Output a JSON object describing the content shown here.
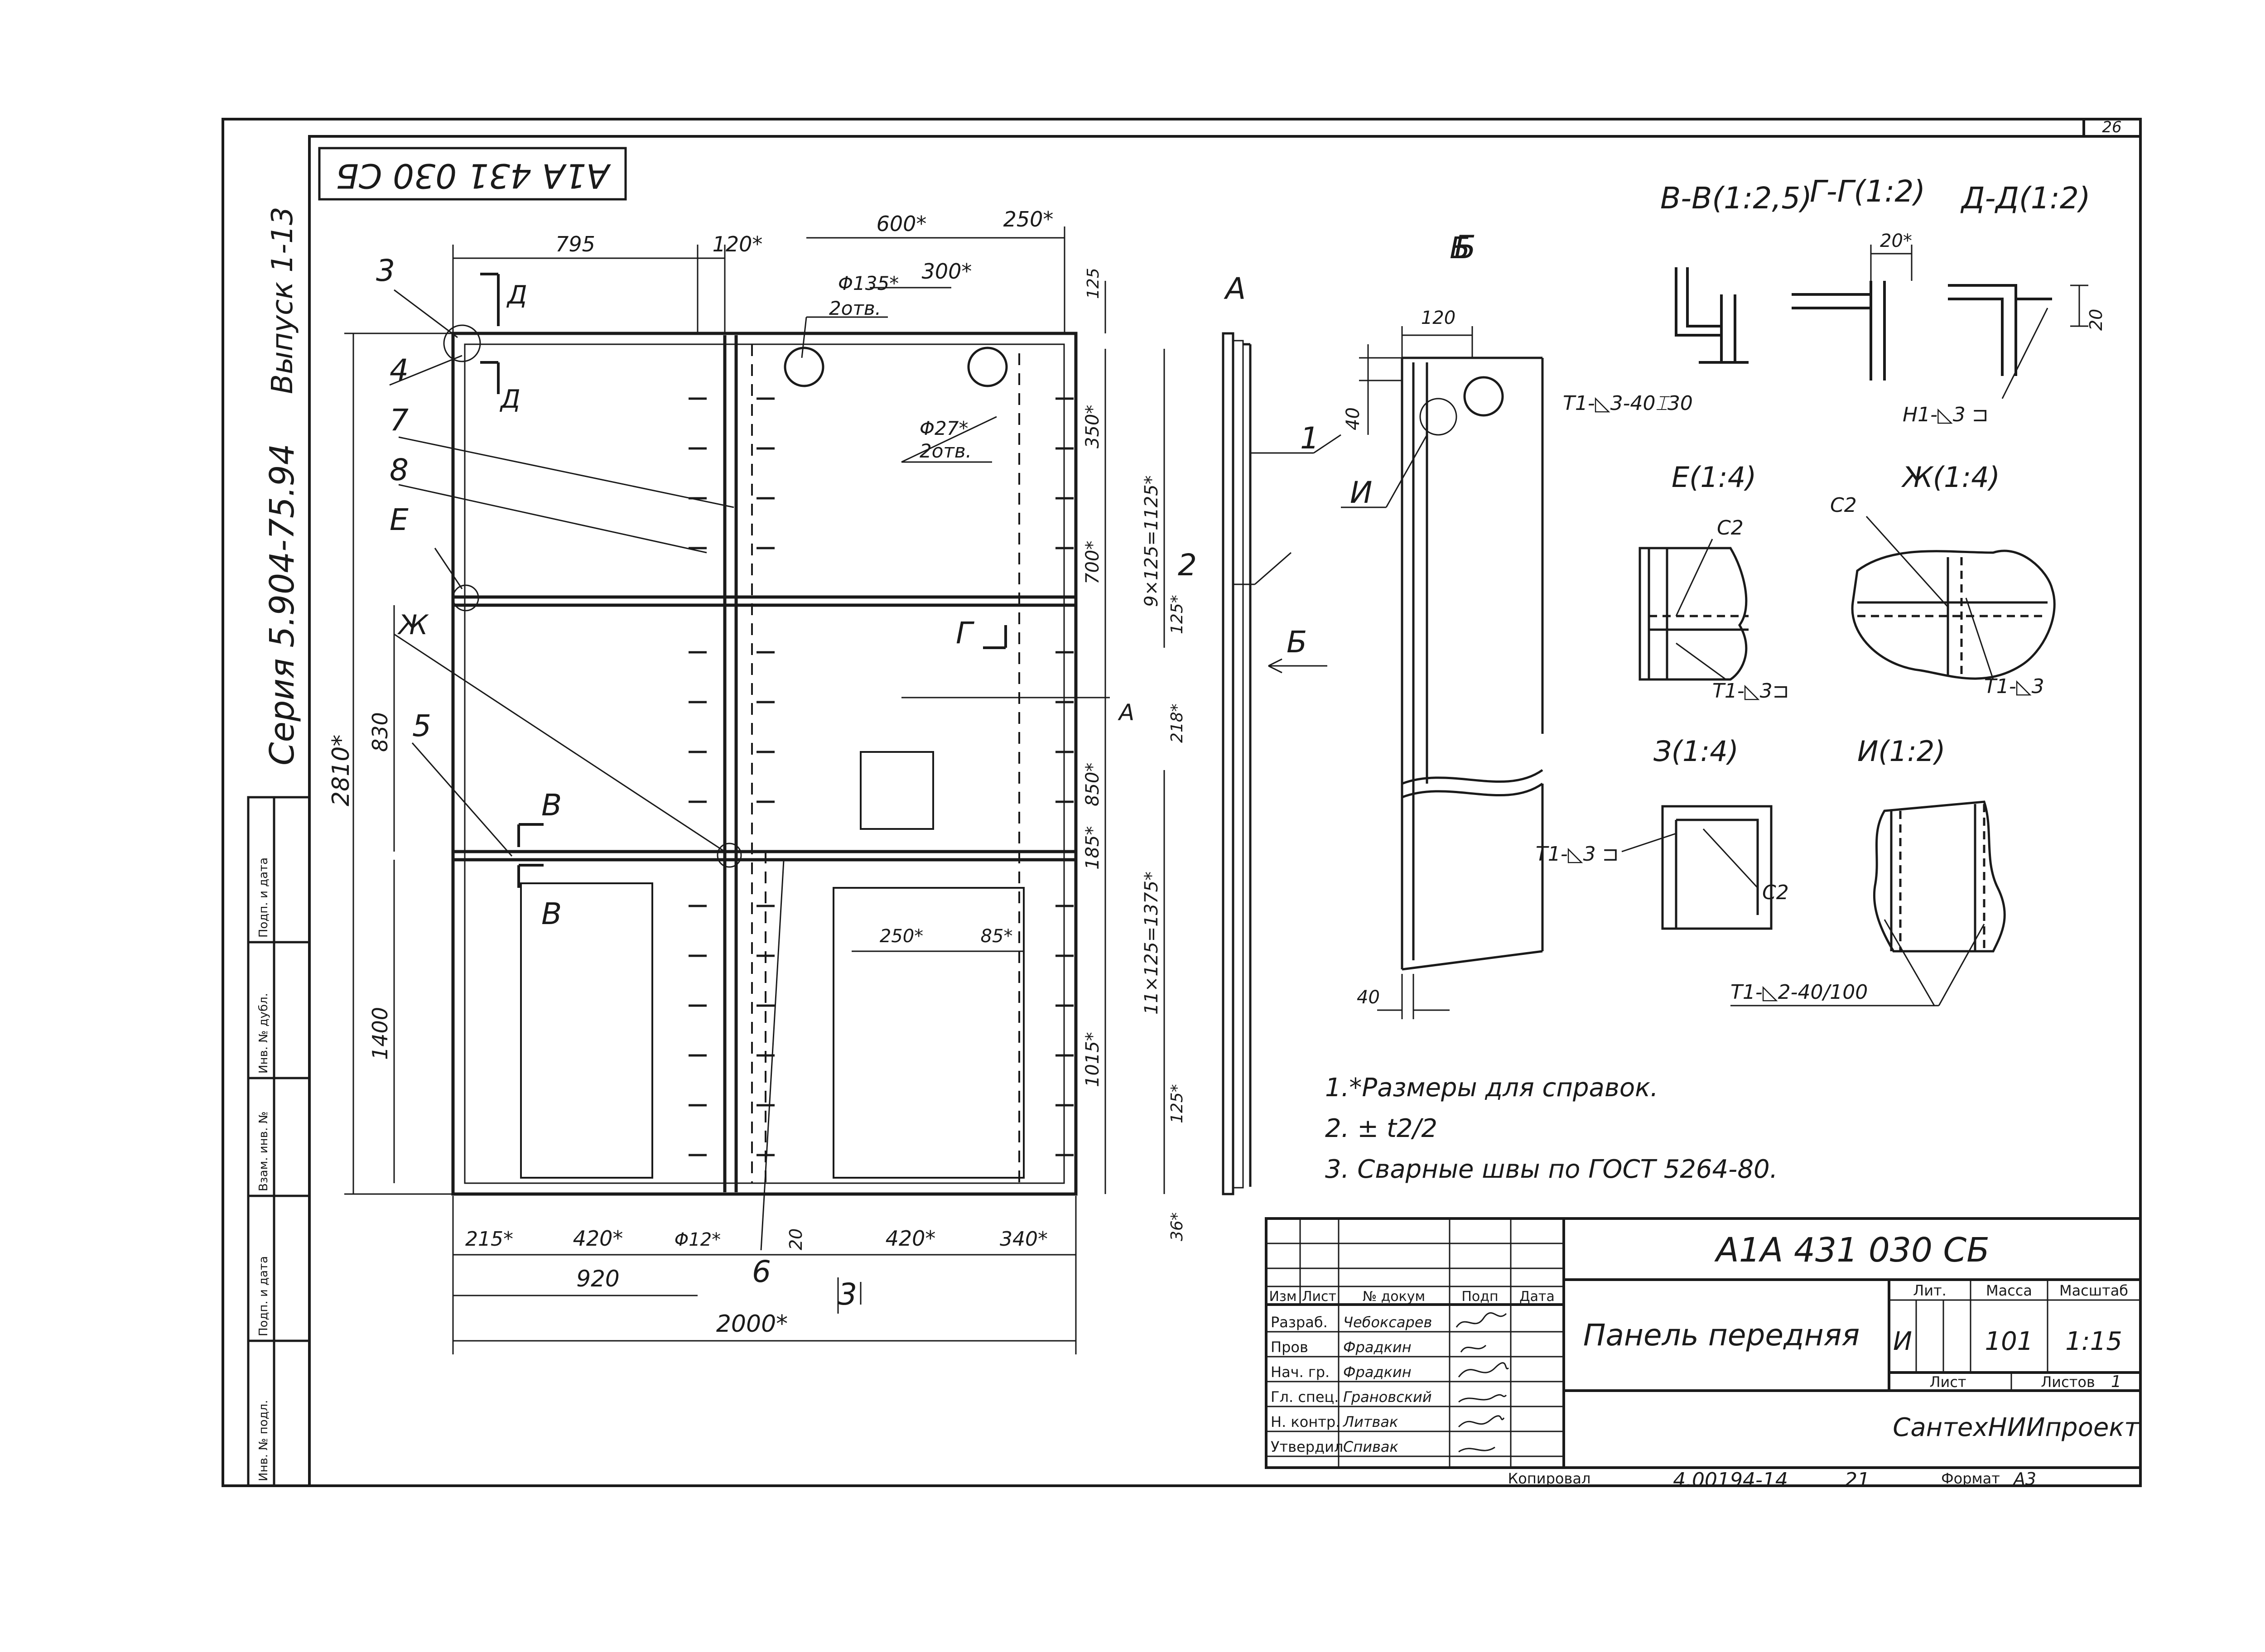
{
  "sheet": {
    "sheet_number": "26",
    "rotated_code": "А1А 431 030 СБ",
    "series_text": "Серия 5.904-75.94",
    "issue_text": "Выпуск 1-13"
  },
  "side_stamp": {
    "cells": [
      "Подп. и дата",
      "Инв. № дубл.",
      "Взам. инв. №",
      "Подп. и дата",
      "Инв. № подл."
    ]
  },
  "front_view": {
    "dims": {
      "d795": "795",
      "d120": "120*",
      "d600": "600*",
      "d250top": "250*",
      "d300": "300*",
      "d135": "Φ135*",
      "d135n": "2отв.",
      "d27": "Φ27*",
      "d27n": "2отв.",
      "r125a": "125",
      "r350": "350*",
      "r700": "700*",
      "r1125": "9×125=1125*",
      "r125b": "125*",
      "r218": "218*",
      "r850": "850*",
      "r185": "185*",
      "r1375": "11×125=1375*",
      "r1015": "1015*",
      "r125c": "125*",
      "r36": "36*",
      "l2810": "2810*",
      "l830": "830",
      "l1400": "1400",
      "b215": "215*",
      "b420a": "420*",
      "b12": "Φ12*",
      "b20": "20",
      "b420b": "420*",
      "b340": "340*",
      "b920": "920",
      "b2000": "2000*",
      "i250": "250*",
      "i85": "85*"
    },
    "callouts": {
      "c3": "3",
      "c4": "4",
      "c7": "7",
      "c8": "8",
      "cE": "Е",
      "cZh": "Ж",
      "c5": "5",
      "cV1": "В",
      "cV2": "В",
      "cD1": "Д",
      "cD2": "Д",
      "cG": "Г",
      "cA1": "А",
      "cA2": "А",
      "c6": "6",
      "c3b": "3"
    }
  },
  "side_view": {
    "label": "Б",
    "callout1": "1",
    "callout2": "2",
    "arrow_label": "Б"
  },
  "view_b": {
    "title": "Б",
    "d120": "120",
    "d40a": "40",
    "d40b": "40",
    "callout_i": "И"
  },
  "section_titles": {
    "vv": "В-В(1:2,5)",
    "gg": "Г-Г(1:2)",
    "dd": "Д-Д(1:2)",
    "e": "Е(1:4)",
    "zh": "Ж(1:4)",
    "z": "З(1:4)",
    "i": "И(1:2)"
  },
  "weld_labels": {
    "vv": "Т1-◺3-40⌶30",
    "gg_dim": "20*",
    "dd": "Н1-◺3 ⊐",
    "dd_dim": "20",
    "e_c2": "С2",
    "e": "Т1-◺3⊐",
    "zh_c2": "С2",
    "zh": "Т1-◺3",
    "z": "Т1-◺3 ⊐",
    "z_c2": "С2",
    "i": "Т1-◺2-40/100"
  },
  "notes": [
    "1.*Размеры для справок.",
    "2. ± t2/2",
    "3. Сварные швы по ГОСТ 5264-80."
  ],
  "title_block": {
    "code": "А1А 431 030 СБ",
    "title": "Панель передняя",
    "head": [
      "Изм",
      "Лист",
      "№ докум",
      "Подп",
      "Дата"
    ],
    "lit_label": "Лит.",
    "mass_label": "Масса",
    "scale_label": "Масштаб",
    "lit": "И",
    "mass": "101",
    "scale": "1:15",
    "sheet_label": "Лист",
    "sheets_label": "Листов",
    "sheets_value": "1",
    "org": "СантехНИИпроект",
    "rows": [
      {
        "role": "Разраб.",
        "name": "Чебоксарев"
      },
      {
        "role": "Пров",
        "name": "Фрадкин"
      },
      {
        "role": "Нач. гр.",
        "name": "Фрадкин"
      },
      {
        "role": "Гл. спец.",
        "name": "Грановский"
      },
      {
        "role": "Н. контр.",
        "name": "Литвак"
      },
      {
        "role": "Утвердил",
        "name": "Спивак"
      }
    ],
    "copied_label": "Копировал",
    "copied_value": "4.00194-14",
    "copied_extra": "21",
    "format_label": "Формат",
    "format_value": "А3"
  }
}
